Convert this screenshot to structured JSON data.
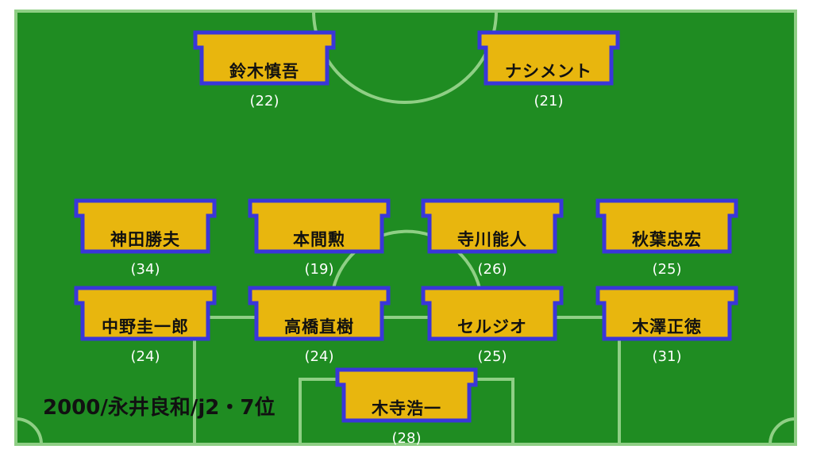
{
  "caption": "2000/永井良和/j2・7位",
  "colors": {
    "pitch": "#1f8c22",
    "lines": "#8fcf85",
    "shirt": "#e8b60e",
    "shirt_border": "#3a36d9"
  },
  "players": [
    {
      "name": "鈴木慎吾",
      "age": "(22)"
    },
    {
      "name": "ナシメント",
      "age": "(21)"
    },
    {
      "name": "神田勝夫",
      "age": "(34)"
    },
    {
      "name": "本間勲",
      "age": "(19)"
    },
    {
      "name": "寺川能人",
      "age": "(26)"
    },
    {
      "name": "秋葉忠宏",
      "age": "(25)"
    },
    {
      "name": "中野圭一郎",
      "age": "(24)"
    },
    {
      "name": "高橋直樹",
      "age": "(24)"
    },
    {
      "name": "セルジオ",
      "age": "(25)"
    },
    {
      "name": "木澤正徳",
      "age": "(31)"
    },
    {
      "name": "木寺浩一",
      "age": "(28)"
    }
  ]
}
